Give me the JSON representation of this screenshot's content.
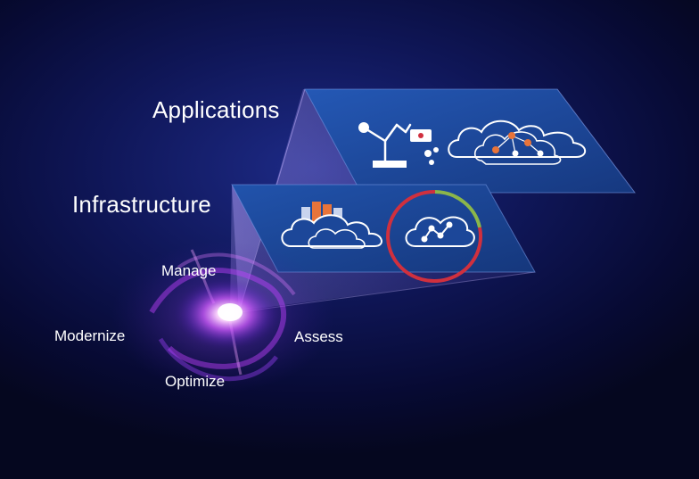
{
  "layers": {
    "applications": {
      "title": "Applications"
    },
    "infrastructure": {
      "title": "Infrastructure"
    }
  },
  "cycle": {
    "manage": "Manage",
    "modernize": "Modernize",
    "assess": "Assess",
    "optimize": "Optimize"
  },
  "colors": {
    "background": "#0a0f45",
    "panel": "#1a4a9e",
    "ring_red": "#d0303e",
    "ring_green": "#8bb64a",
    "building_orange": "#e8743a",
    "nebula": "#c040ff"
  }
}
